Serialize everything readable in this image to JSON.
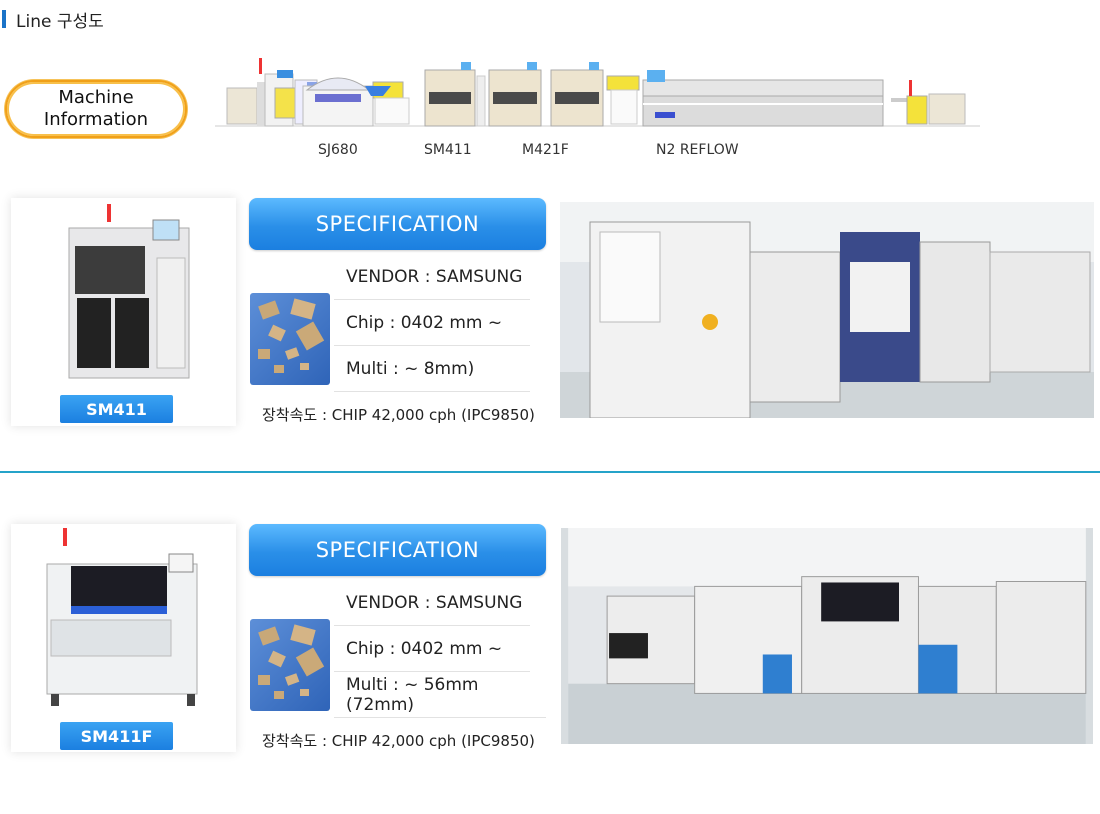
{
  "header": {
    "title": "Line 구성도"
  },
  "machine_info": {
    "line1": "Machine",
    "line2": "Information"
  },
  "line_labels": [
    "SJ680",
    "SM411",
    "M421F",
    "N2 REFLOW"
  ],
  "sections": [
    {
      "product": "SM411",
      "spec_title": "SPECIFICATION",
      "vendor": "VENDOR : SAMSUNG",
      "chip": "Chip : 0402 mm ~",
      "multi": "Multi : ~ 8mm)",
      "speed": "장착속도 : CHIP 42,000 cph (IPC9850)"
    },
    {
      "product": "SM411F",
      "spec_title": "SPECIFICATION",
      "vendor": "VENDOR : SAMSUNG",
      "chip": "Chip : 0402 mm ~",
      "multi": "Multi : ~ 56mm (72mm)",
      "speed": "장착속도 : CHIP 42,000 cph (IPC9850)"
    }
  ],
  "colors": {
    "accent": "#1b7fe0",
    "divider": "#25a3c9",
    "pill_border": "#f0a019"
  }
}
